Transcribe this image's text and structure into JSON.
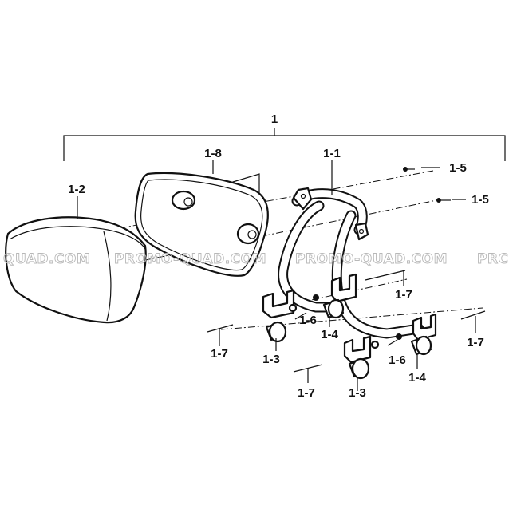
{
  "diagram": {
    "assembly_label": "1",
    "parts": {
      "frame": "1-1",
      "backrest_pad": "1-2",
      "bushing_left": "1-3",
      "bushing_right": "1-3",
      "bushing_upper_left": "1-4",
      "bushing_upper_right": "1-4",
      "nut_upper": "1-5",
      "nut_lower": "1-5",
      "washer_left": "1-6",
      "washer_right": "1-6",
      "pin_upper": "1-7",
      "pin_left": "1-7",
      "pin_bottom": "1-7",
      "pin_right": "1-7",
      "backplate": "1-8"
    },
    "watermark": {
      "segment_1": "QUAD.COM",
      "segment_2": "PROMO-QUAD.COM",
      "segment_3": "PROMO-QUAD.COM",
      "segment_4": "PRC"
    },
    "colors": {
      "line": "#111111",
      "watermark": "#b8b8b8",
      "background": "#ffffff"
    }
  }
}
